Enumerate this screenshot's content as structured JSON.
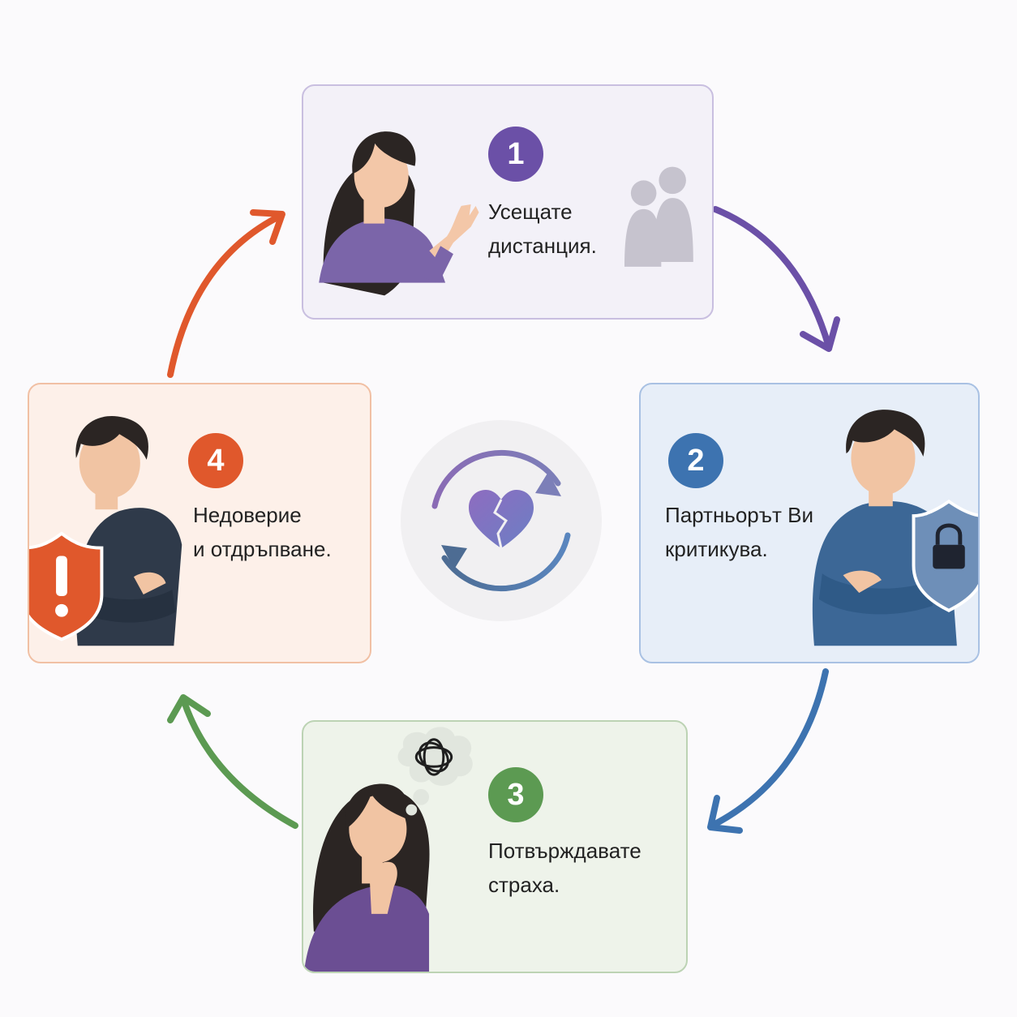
{
  "colors": {
    "purple": "#6b50a7",
    "blue": "#3d73b0",
    "green": "#5c9a52",
    "orange": "#e0582c"
  },
  "steps": [
    {
      "number": "1",
      "text": "Усещате\nдистанция.",
      "icon": "distant-figures-icon"
    },
    {
      "number": "2",
      "text": "Партньорът Ви\nкритикува.",
      "icon": "lock-shield-icon"
    },
    {
      "number": "3",
      "text": "Потвърждавате\nстраха.",
      "icon": "tangled-thought-icon"
    },
    {
      "number": "4",
      "text": "Недоверие\nи отдръпване.",
      "icon": "warning-shield-icon"
    }
  ],
  "center": {
    "icon": "broken-heart-cycle-icon"
  }
}
